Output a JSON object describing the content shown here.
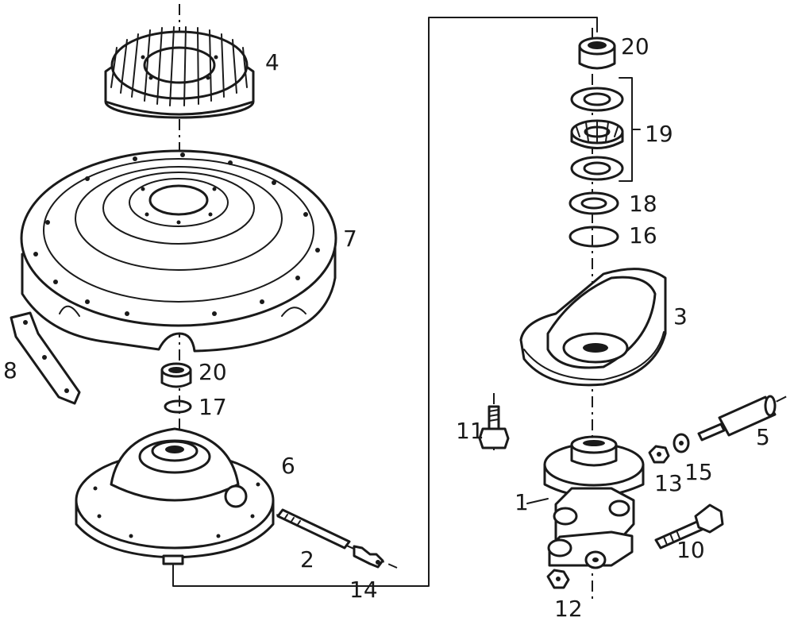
{
  "diagram": {
    "callouts": {
      "p1": "1",
      "p2": "2",
      "p3": "3",
      "p4": "4",
      "p5": "5",
      "p6": "6",
      "p7": "7",
      "p8": "8",
      "p10": "10",
      "p11": "11",
      "p12": "12",
      "p13": "13",
      "p14": "14",
      "p15": "15",
      "p16": "16",
      "p17": "17",
      "p18": "18",
      "p19": "19",
      "p20a": "20",
      "p20b": "20"
    }
  }
}
